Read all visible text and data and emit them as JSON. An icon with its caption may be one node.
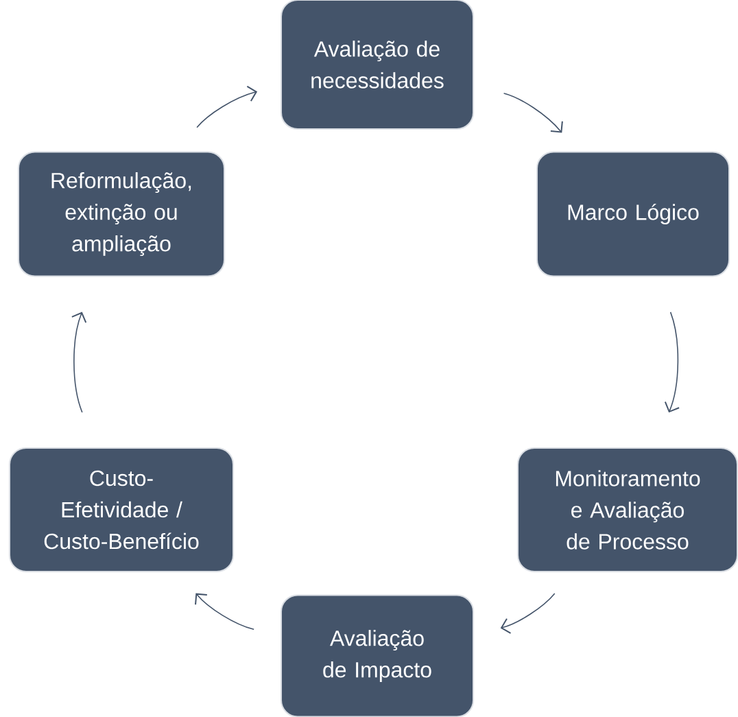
{
  "diagram": {
    "nodes": [
      {
        "text": [
          "Avaliação de necessidades"
        ]
      },
      {
        "text": [
          "Marco Lógico"
        ]
      },
      {
        "text": [
          "Monitoramento e Avaliação de Processo"
        ]
      },
      {
        "text": [
          "Avaliação de Impacto"
        ]
      },
      {
        "text": [
          "Custo-Efetividade / Custo-Benefício"
        ]
      },
      {
        "text": [
          "Reformulação, extinção ou ampliação"
        ]
      }
    ],
    "edges": [
      {
        "from": 0,
        "to": 1,
        "arrow": "to"
      },
      {
        "from": 1,
        "to": 2,
        "arrow": "to"
      },
      {
        "from": 2,
        "to": 3,
        "arrow": "to"
      },
      {
        "from": 3,
        "to": 4,
        "arrow": "to"
      },
      {
        "from": 4,
        "to": 5,
        "arrow": "to"
      },
      {
        "from": 5,
        "to": 0,
        "arrow": "to"
      }
    ]
  }
}
